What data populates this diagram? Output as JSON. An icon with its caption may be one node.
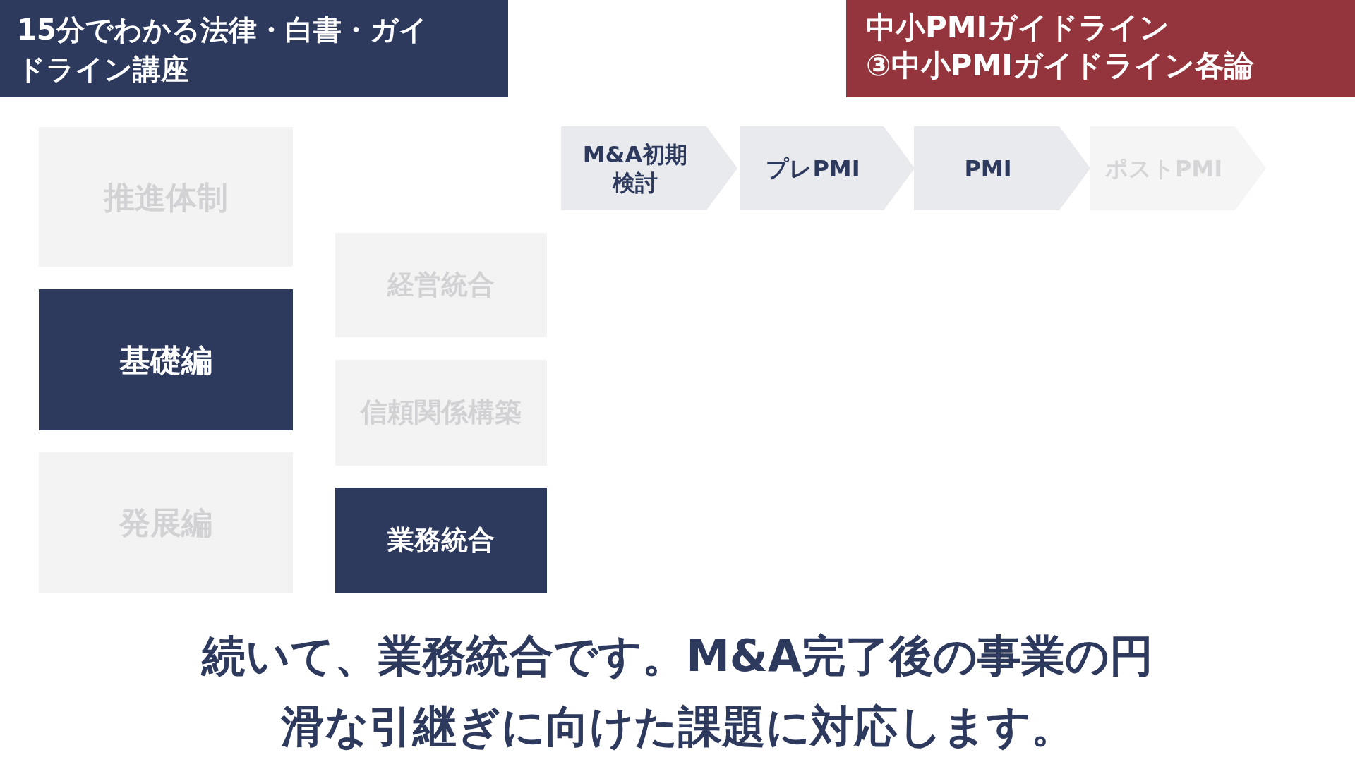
{
  "diagram": {
    "title": "15分でわかる法律・白書・ガイドライン講座",
    "caption": "続いて、業務統合です。M&A完了後の事業の円滑な引継ぎに向けた課題に対応します。",
    "nodes": [
      {
        "text": [
          "推進体制"
        ]
      },
      {
        "text": [
          "基礎編"
        ]
      },
      {
        "text": [
          "発展編"
        ]
      },
      {
        "text": [
          "経営統合"
        ]
      },
      {
        "text": [
          "信頼関係構築"
        ]
      },
      {
        "text": [
          "業務統合"
        ]
      },
      {
        "text": [
          "M&A初期検討"
        ]
      },
      {
        "text": [
          "プレPMI"
        ]
      },
      {
        "text": [
          "PMI"
        ]
      },
      {
        "text": [
          "ポストPMI"
        ]
      }
    ],
    "edges": [],
    "labels": [
      "中小PMIガイドライン",
      "③中小PMIガイドライン各論"
    ]
  }
}
